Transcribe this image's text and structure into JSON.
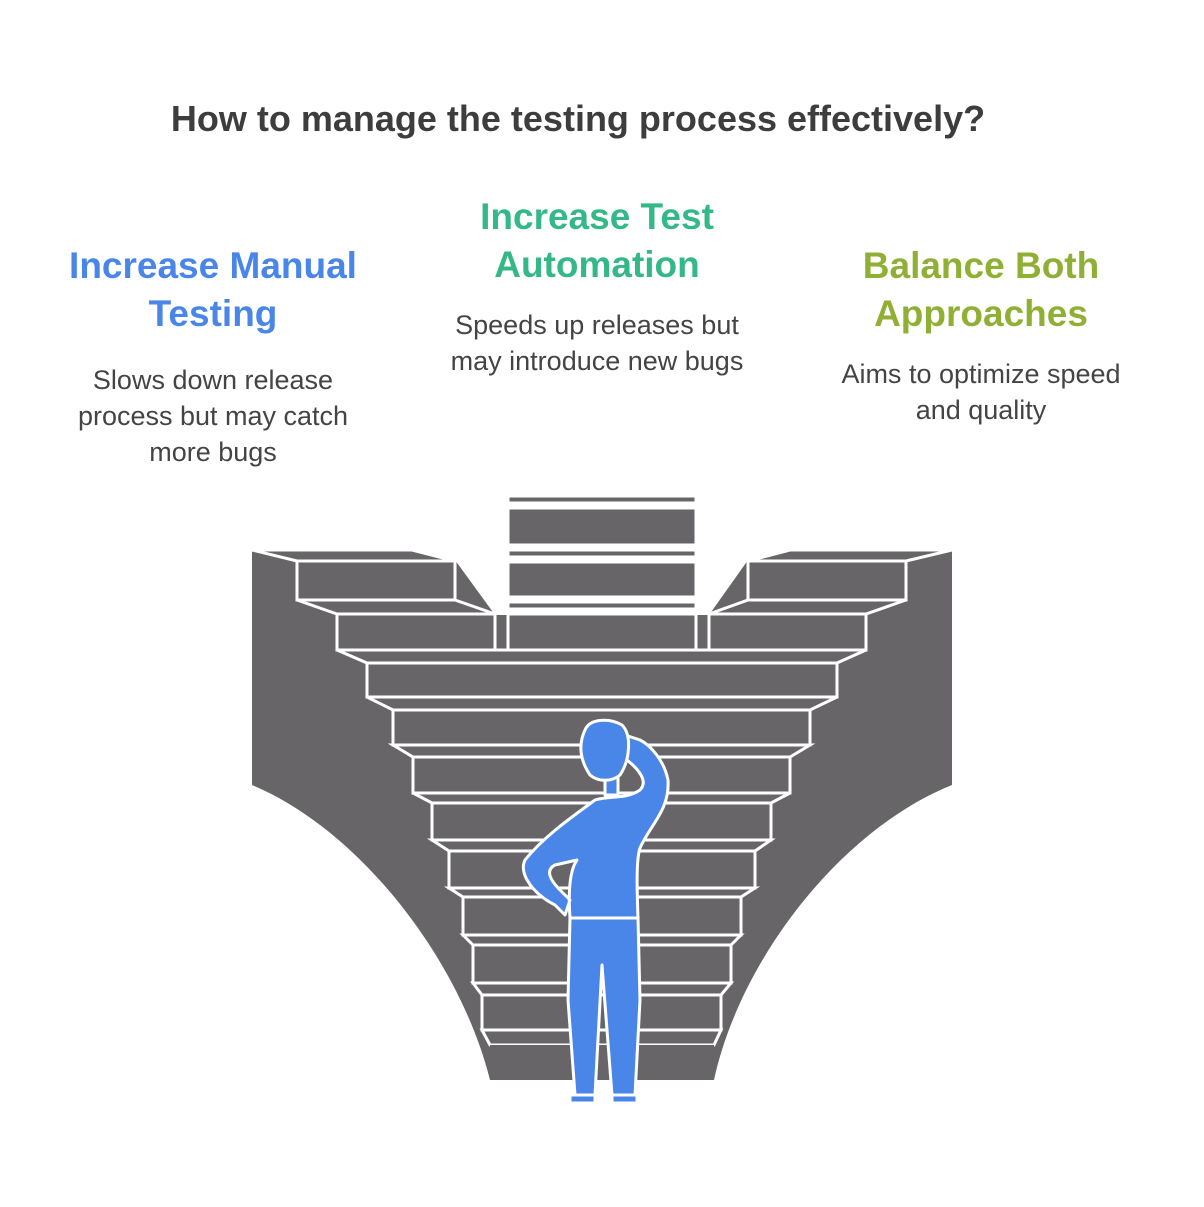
{
  "title": "How to manage the testing process effectively?",
  "options": [
    {
      "heading_1": "Increase Manual",
      "heading_2": "Testing",
      "desc_1": "Slows down release",
      "desc_2": "process but may catch",
      "desc_3": "more bugs",
      "color": "#4a86e8"
    },
    {
      "heading_1": "Increase Test",
      "heading_2": "Automation",
      "desc_1": "Speeds up releases but",
      "desc_2": "may introduce new bugs",
      "color": "#35b888"
    },
    {
      "heading_1": "Balance Both",
      "heading_2": "Approaches",
      "desc_1": "Aims to optimize speed",
      "desc_2": "and quality",
      "color": "#8fb035"
    }
  ],
  "colors": {
    "stairs": "#676568",
    "person": "#4a86e8"
  }
}
